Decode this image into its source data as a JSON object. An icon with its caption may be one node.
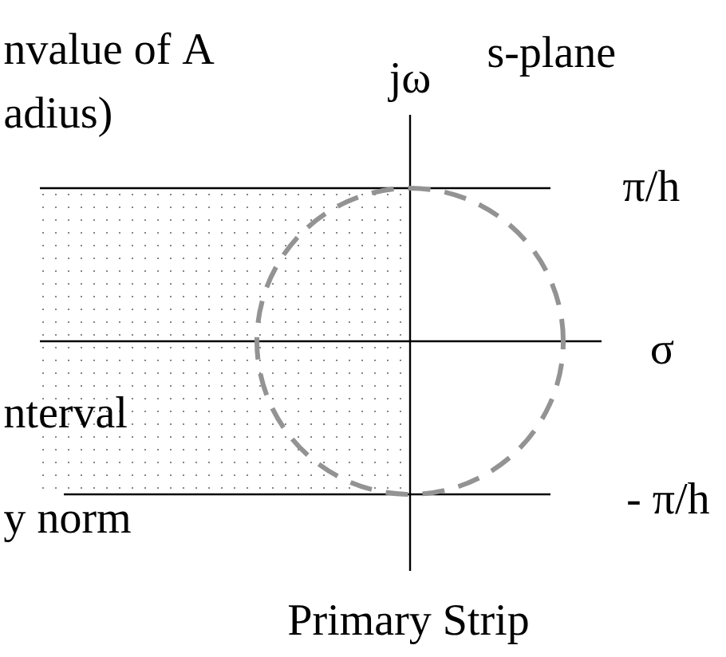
{
  "diagram": {
    "nodes": [
      {
        "text": [],
        "shape": "circle"
      }
    ],
    "labels": [
      "nvalue of A",
      "adius)",
      "s-plane",
      "jω",
      "π/h",
      "σ",
      "nterval",
      "- π/h",
      "y norm",
      "Primary Strip"
    ]
  }
}
